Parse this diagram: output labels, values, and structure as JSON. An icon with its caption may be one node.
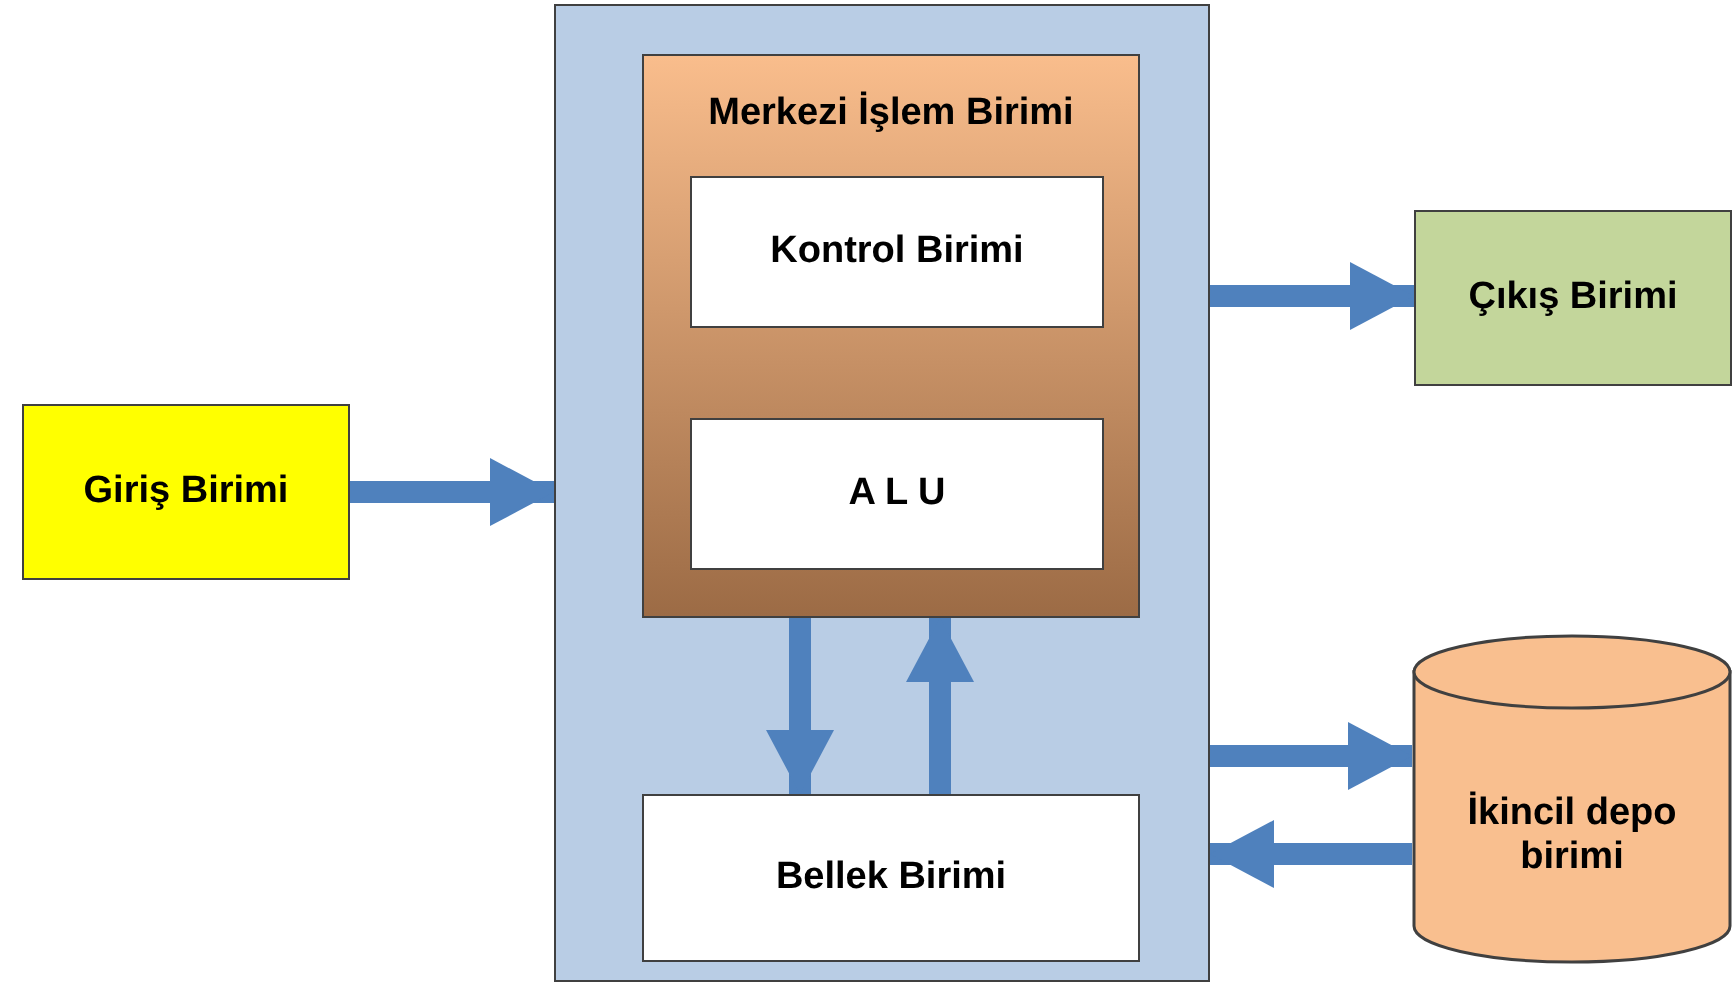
{
  "diagram": {
    "nodes": [
      {
        "text": [],
        "shape": "box"
      },
      {
        "text": [
          "Merkezi İşlem Birimi"
        ],
        "in": 0
      },
      {
        "text": [
          "Kontrol Birimi"
        ],
        "in": 1
      },
      {
        "text": [
          "A L U"
        ],
        "in": 1
      },
      {
        "text": [
          "Bellek Birimi"
        ],
        "in": 0
      },
      {
        "text": [
          "Giriş Birimi"
        ]
      },
      {
        "text": [
          "Çıkış Birimi"
        ]
      },
      {
        "text": [
          "İkincil depo birimi"
        ]
      }
    ],
    "edges": [
      {
        "from": 5,
        "to": 0,
        "arrow": "to"
      },
      {
        "from": 0,
        "to": 6,
        "arrow": "to"
      },
      {
        "from": 1,
        "to": 4,
        "arrow": "to"
      },
      {
        "from": 4,
        "to": 1,
        "arrow": "to"
      },
      {
        "from": 0,
        "to": 7,
        "arrow": "to"
      },
      {
        "from": 7,
        "to": 0,
        "arrow": "to"
      }
    ]
  }
}
